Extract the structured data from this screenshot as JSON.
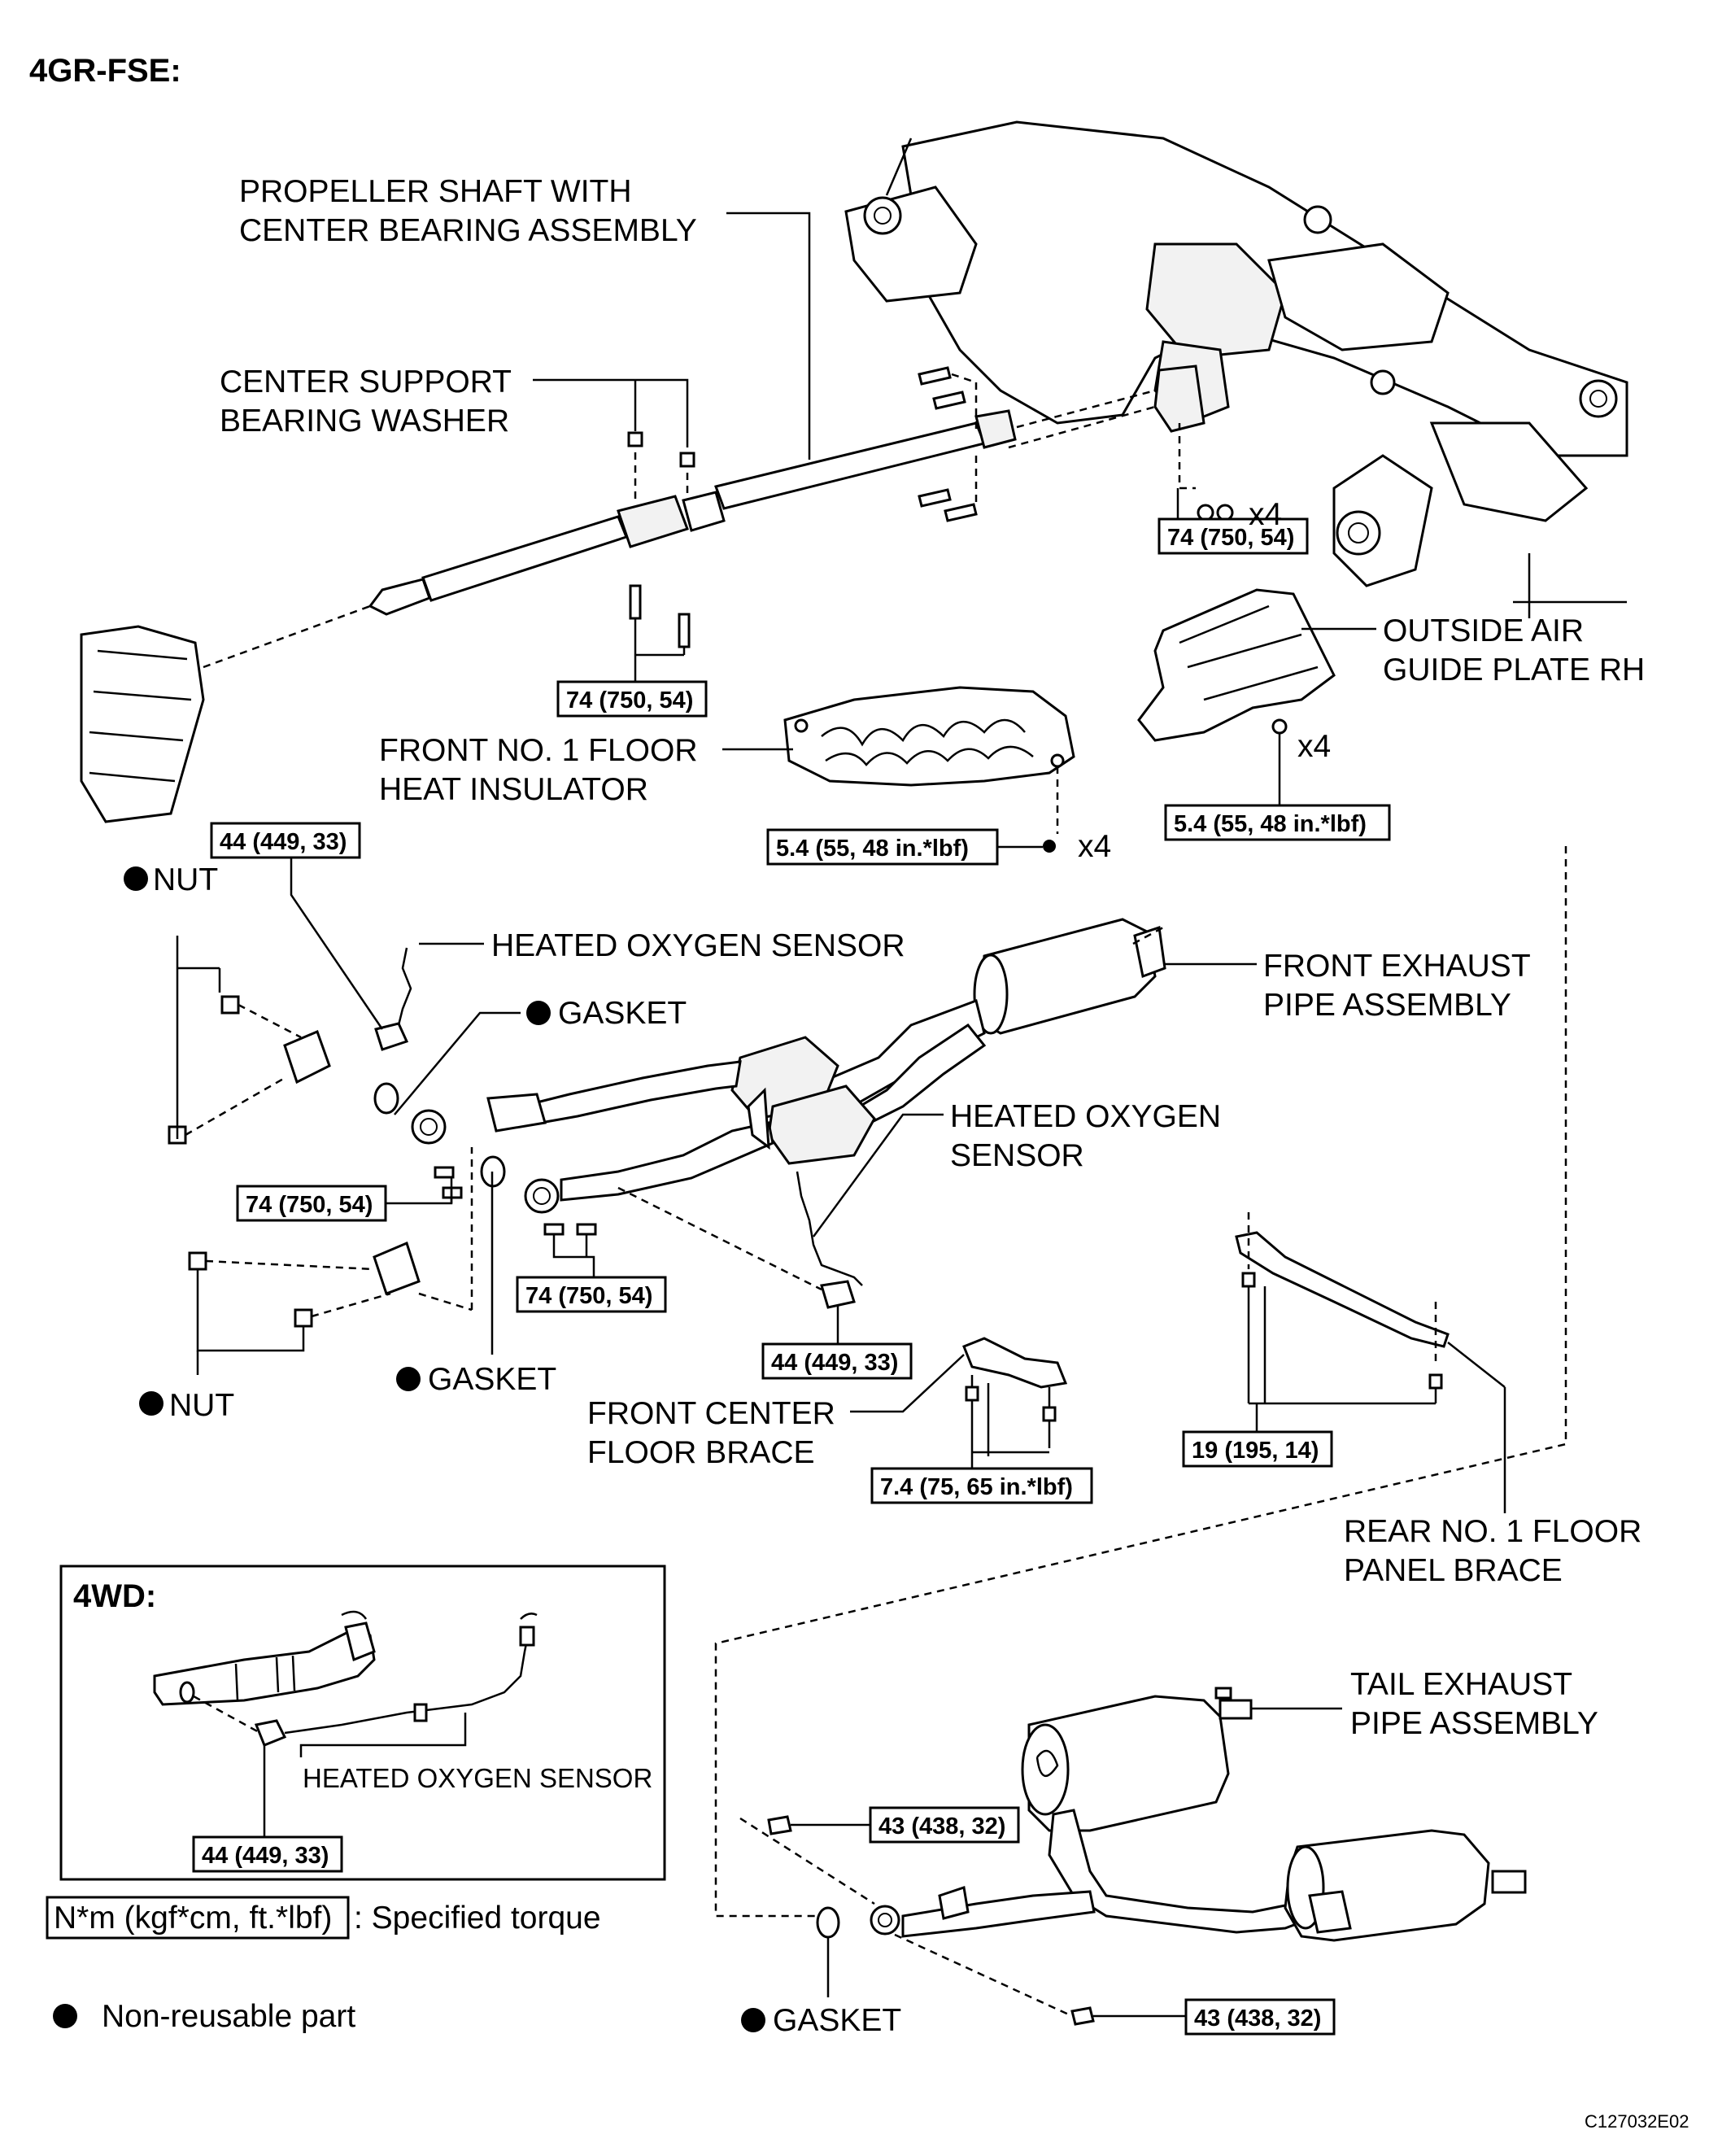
{
  "engine_label": "4GR-FSE:",
  "labels": {
    "propeller_shaft": [
      "PROPELLER SHAFT WITH",
      "CENTER BEARING ASSEMBLY"
    ],
    "center_support": [
      "CENTER SUPPORT",
      "BEARING WASHER"
    ],
    "outside_air_guide": [
      "OUTSIDE AIR",
      "GUIDE PLATE RH"
    ],
    "front_floor_heat": [
      "FRONT NO. 1 FLOOR",
      "HEAT INSULATOR"
    ],
    "nut_top": "NUT",
    "heated_o2_1": "HEATED OXYGEN SENSOR",
    "gasket_1": "GASKET",
    "front_exhaust": [
      "FRONT EXHAUST",
      "PIPE ASSEMBLY"
    ],
    "heated_o2_2": [
      "HEATED OXYGEN",
      "SENSOR"
    ],
    "gasket_2": "GASKET",
    "nut_bottom": "NUT",
    "front_center_brace": [
      "FRONT CENTER",
      "FLOOR BRACE"
    ],
    "rear_floor_brace": [
      "REAR NO. 1 FLOOR",
      "PANEL BRACE"
    ],
    "tail_exhaust": [
      "TAIL EXHAUST",
      "PIPE ASSEMBLY"
    ],
    "gasket_3": "GASKET"
  },
  "qty": {
    "x4_a": "x4",
    "x4_b": "x4",
    "x4_c": "x4"
  },
  "torques": {
    "t_diff": "74 (750, 54)",
    "t_center": "74 (750, 54)",
    "t_air_guide": "5.4 (55, 48 in.*lbf)",
    "t_heat_ins": "5.4 (55, 48 in.*lbf)",
    "t_o2_top": "44 (449, 33)",
    "t_flange_l": "74 (750, 54)",
    "t_flange_r": "74 (750, 54)",
    "t_o2_mid": "44 (449, 33)",
    "t_rear_brace": "19 (195, 14)",
    "t_center_brace": "7.4 (75, 65 in.*lbf)",
    "t_tail_top": "43 (438, 32)",
    "t_tail_bottom": "43 (438, 32)"
  },
  "inset": {
    "title": "4WD:",
    "sensor_label": "HEATED OXYGEN SENSOR",
    "torque": "44 (449, 33)"
  },
  "legend": {
    "torque_box": "N*m (kgf*cm, ft.*lbf)",
    "torque_desc": ": Specified torque",
    "nonreusable": "Non-reusable part"
  },
  "figure_code": "C127032E02"
}
